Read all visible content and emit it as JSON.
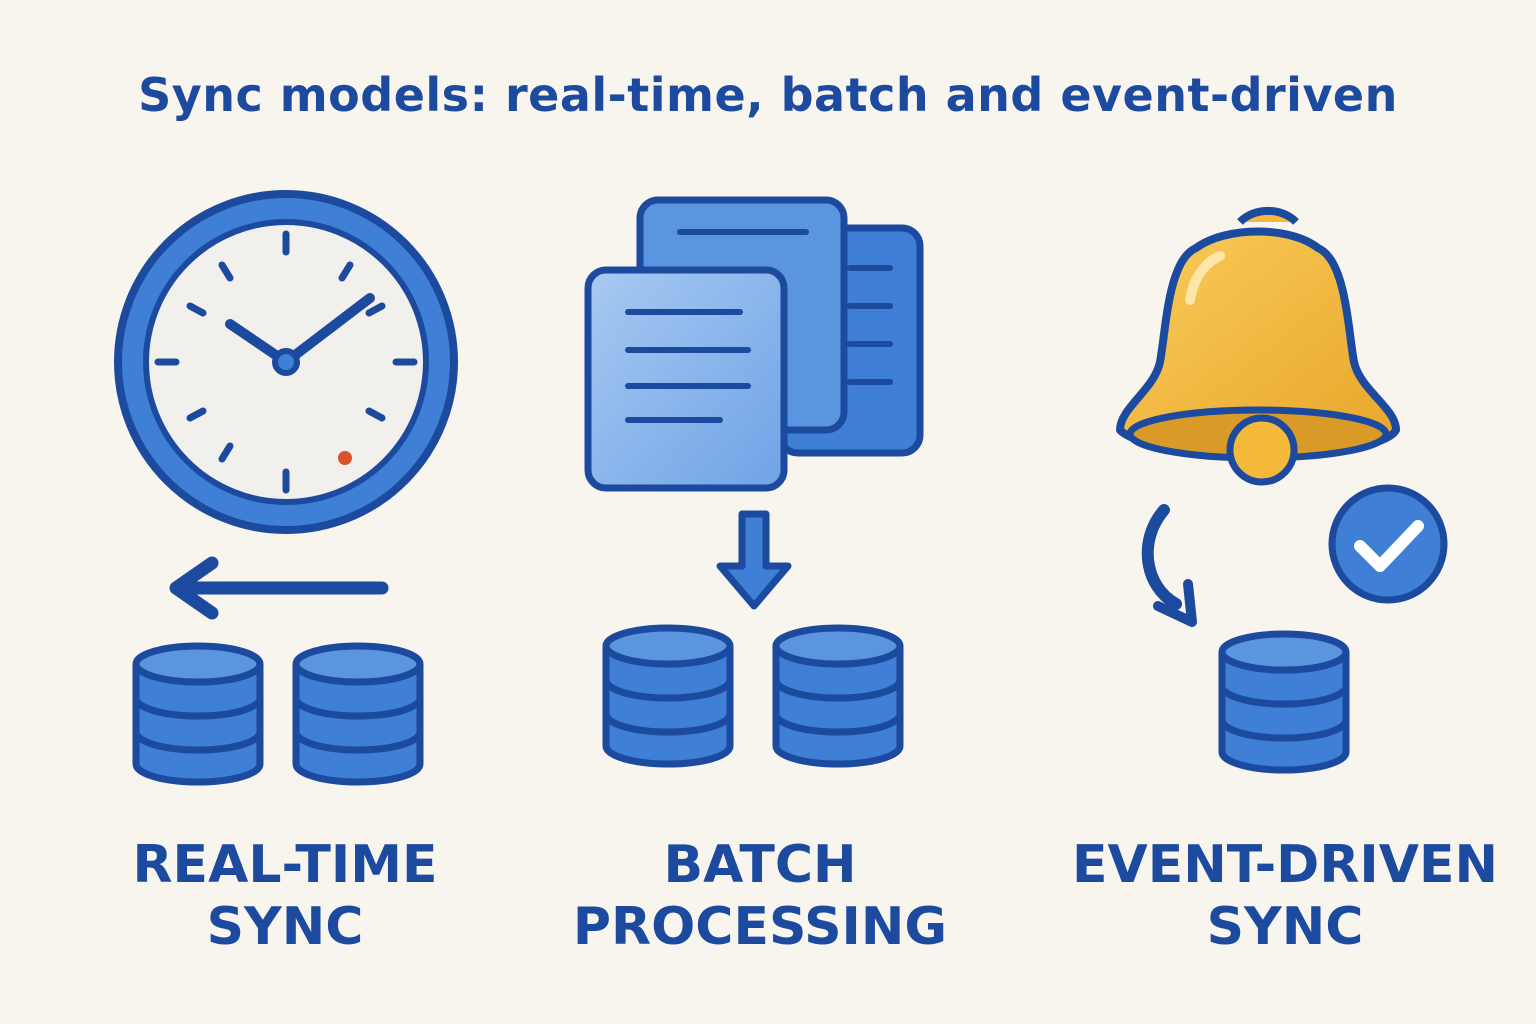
{
  "title": "Sync models: real-time, batch and event-driven",
  "colors": {
    "background": "#f8f5ef",
    "primary_blue": "#1b4a9e",
    "fill_blue": "#3f7fd6",
    "light_blue": "#8fb8ec",
    "bell_yellow": "#f5b93a",
    "clock_marker": "#d9532b"
  },
  "panels": [
    {
      "icon": "clock-icon",
      "label_line1": "REAL-TIME",
      "label_line2": "SYNC"
    },
    {
      "icon": "documents-icon",
      "label_line1": "BATCH",
      "label_line2": "PROCESSING"
    },
    {
      "icon": "bell-icon",
      "label_line1": "EVENT-DRIVEN",
      "label_line2": "SYNC"
    }
  ]
}
